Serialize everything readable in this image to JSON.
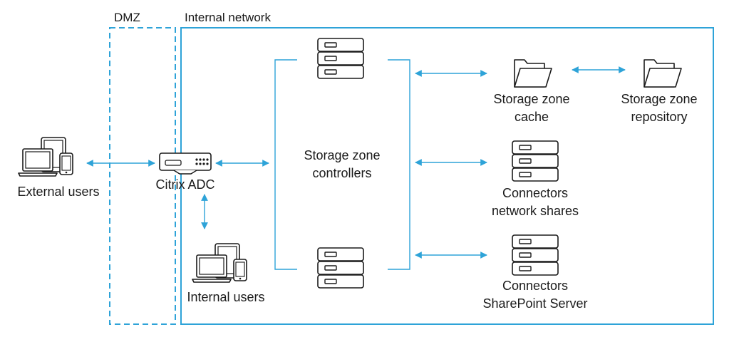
{
  "zones": {
    "dmz": "DMZ",
    "internal": "Internal network"
  },
  "nodes": {
    "external_users": "External users",
    "citrix_adc": "Citrix ADC",
    "internal_users": "Internal users",
    "controllers": {
      "line1": "Storage zone",
      "line2": "controllers"
    },
    "cache": {
      "line1": "Storage zone",
      "line2": "cache"
    },
    "repository": {
      "line1": "Storage zone",
      "line2": "repository"
    },
    "connectors_shares": {
      "line1": "Connectors",
      "line2": "network shares"
    },
    "connectors_sharepoint": {
      "line1": "Connectors",
      "line2": "SharePoint Server"
    }
  },
  "icons": {
    "device_group": "laptop-tablet-phone-icon",
    "appliance": "network-appliance-icon",
    "server": "server-stack-icon",
    "folder": "folder-icon"
  },
  "colors": {
    "accent": "#2ea3d8",
    "icon_stroke": "#1a1a1a",
    "text": "#1a1a1a"
  }
}
